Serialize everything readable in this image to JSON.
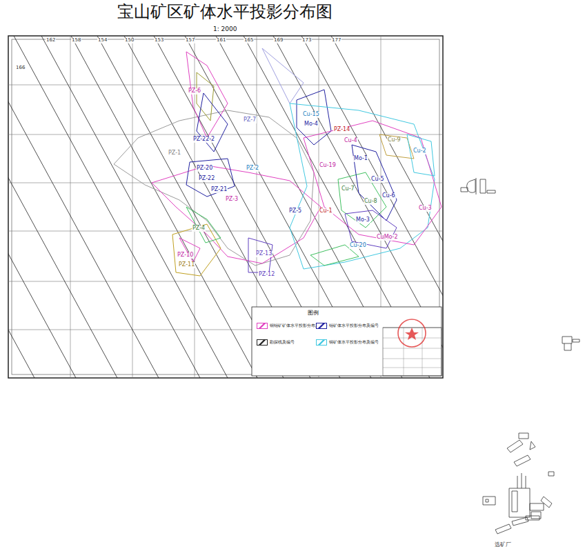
{
  "diagram": {
    "title": "宝山矿区矿体水平投影分布图",
    "caption": "1: 2000",
    "labels": [
      "162",
      "158",
      "154",
      "150",
      "153",
      "157",
      "161",
      "165",
      "169",
      "173",
      "177",
      "166",
      "PZ-6",
      "Cu-15",
      "Mo-4",
      "PZ-14",
      "PZ-7",
      "PZ-22-2",
      "PZ-1",
      "PZ-2",
      "PZ-20",
      "PZ-22",
      "PZ-21",
      "PZ-3",
      "PZ-5",
      "Cu-4",
      "Cu-9",
      "Cu-2",
      "Cu-19",
      "Mo-1",
      "Cu-5",
      "Cu-7",
      "Cu-8",
      "Cu-1",
      "Cu-6",
      "Cu-3",
      "Mo-3",
      "Cu-20",
      "CuMo-2",
      "PZ-4",
      "PZ-10",
      "PZ-13",
      "PZ-11",
      "PZ-12",
      "图例",
      "选矿厂"
    ],
    "legend": [
      {
        "text": "铜钼矿矿体水平投影分布及编号",
        "color": "#e040c0"
      },
      {
        "text": "钼矿体水平投影分布及编号",
        "color": "#2020a0"
      },
      {
        "text": "勘探线及编号",
        "color": "#222222"
      },
      {
        "text": "铜矿体水平投影分布及编号",
        "color": "#40c8e0"
      }
    ]
  }
}
